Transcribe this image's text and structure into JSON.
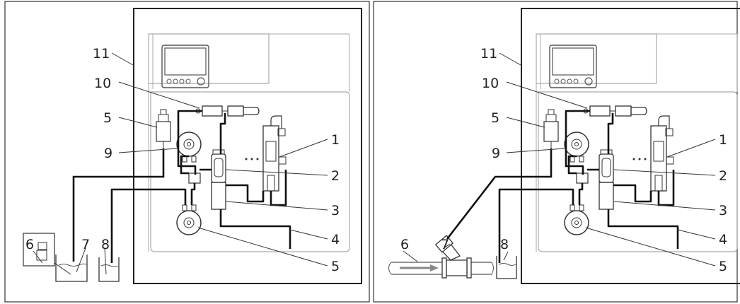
{
  "panels": [
    {
      "id": "left",
      "labels": [
        "11",
        "10",
        "5",
        "9",
        "1",
        "2",
        "3",
        "4",
        "5",
        "7",
        "8",
        "6"
      ]
    },
    {
      "id": "right",
      "labels": [
        "11",
        "10",
        "5",
        "9",
        "1",
        "2",
        "3",
        "4",
        "5",
        "6",
        "7",
        "8"
      ]
    }
  ],
  "colors": {
    "line": "#1a1a1a",
    "outline": "#999999",
    "frame": "#333333",
    "arrow": "#888888"
  }
}
